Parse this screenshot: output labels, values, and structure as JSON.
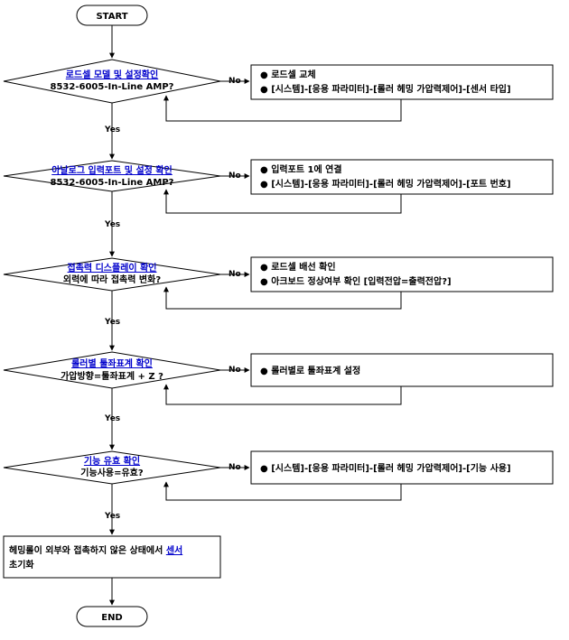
{
  "flowchart": {
    "start_label": "START",
    "end_label": "END",
    "yes_label": "Yes",
    "no_label": "No",
    "decisions": [
      {
        "title": "로드셀 모델 및 설정확인",
        "condition": "8532-6005-In-Line AMP?",
        "actions": [
          "로드셀 교체",
          "[시스템]-[응용 파라미터]-[롤러 헤밍 가압력제어]-[센서 타입]"
        ]
      },
      {
        "title": "아날로그 입력포트 및 설정 확인",
        "condition": "8532-6005-In-Line AMP?",
        "actions": [
          "입력포트 1에 연결",
          "[시스템]-[응용 파라미터]-[롤러 헤밍 가압력제어]-[포트 번호]"
        ]
      },
      {
        "title": "접촉력 디스플레이 확인",
        "condition": "외력에 따라 접촉력 변화?",
        "actions": [
          "로드셀 배선 확인",
          "아크보드 정상여부 확인 [입력전압=출력전압?]"
        ]
      },
      {
        "title": "롤러별 툴좌표계 확인",
        "condition": "가압방향=툴좌표계 + Z ?",
        "actions": [
          "롤러별로 툴좌표계 설정"
        ]
      },
      {
        "title": "기능 유효 확인",
        "condition": "기능사용=유효?",
        "actions": [
          "[시스템]-[응용 파라미터]-[롤러 헤밍 가압력제어]-[기능 사용]"
        ]
      }
    ],
    "final_step": {
      "text_prefix": "헤밍롤이 외부와 접촉하지 않은 상태에서 ",
      "text_link": "센서",
      "text_line2": "초기화"
    }
  },
  "colors": {
    "stroke": "#000000",
    "link": "#0000cc",
    "background": "#ffffff"
  }
}
